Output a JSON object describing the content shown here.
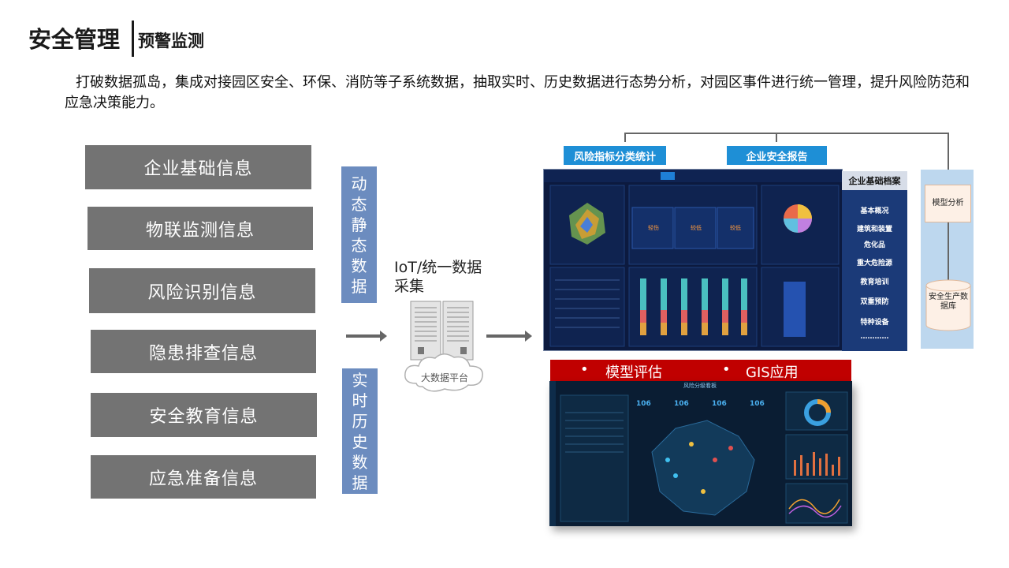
{
  "header": {
    "title": "安全管理",
    "subtitle": "预警监测"
  },
  "intro": "打破数据孤岛，集成对接园区安全、环保、消防等子系统数据，抽取实时、历史数据进行态势分析，对园区事件进行统一管理，提升风险防范和应急决策能力。",
  "categories": [
    "企业基础信息",
    "物联监测信息",
    "风险识别信息",
    "隐患排查信息",
    "安全教育信息",
    "应急准备信息"
  ],
  "data_types": {
    "static": "动态静态数据",
    "realtime": "实时历史数据"
  },
  "iot": {
    "label": "IoT/统一数据 采集",
    "platform": "大数据平台"
  },
  "tags": {
    "risk_stats": "风险指标分类统计",
    "safety_report": "企业安全报告"
  },
  "archive": {
    "title": "企业基础档案",
    "items": [
      "基本概况",
      "建筑和装置",
      "危化品",
      "重大危险源",
      "教育培训",
      "双重预防",
      "特种设备",
      "…………"
    ]
  },
  "model": {
    "analysis": "模型分析",
    "database": "安全生产数据库"
  },
  "banner": {
    "item1": "模型评估",
    "item2": "GIS应用"
  },
  "dash2": {
    "title": "风险分级看板",
    "stat_value": "106"
  },
  "colors": {
    "category_bg": "#737373",
    "vertical_bg": "#6c8cbf",
    "tag_bg": "#1e8fd6",
    "archive_bg": "#1b3a78",
    "banner_bg": "#c00000",
    "model_panel_bg": "#bdd7ee",
    "dashboard_bg": "#0c1a3f"
  }
}
